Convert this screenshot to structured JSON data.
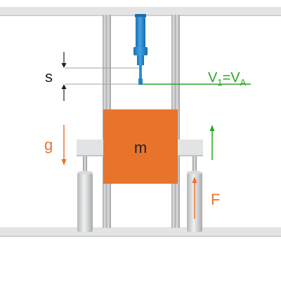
{
  "diagram": {
    "labels": {
      "distance": "s",
      "gravity": "g",
      "mass": "m",
      "force": "F",
      "velocity_v": "V",
      "velocity_sub1": "1",
      "velocity_eq": "=V",
      "velocity_subA": "A"
    },
    "colors": {
      "mass_block": "#E8742C",
      "sensor_blue": "#2B8ED2",
      "velocity_green": "#28A828",
      "force_orange": "#E8742C",
      "frame_gray": "#E3E4E5",
      "dimension_black": "#222222"
    }
  }
}
